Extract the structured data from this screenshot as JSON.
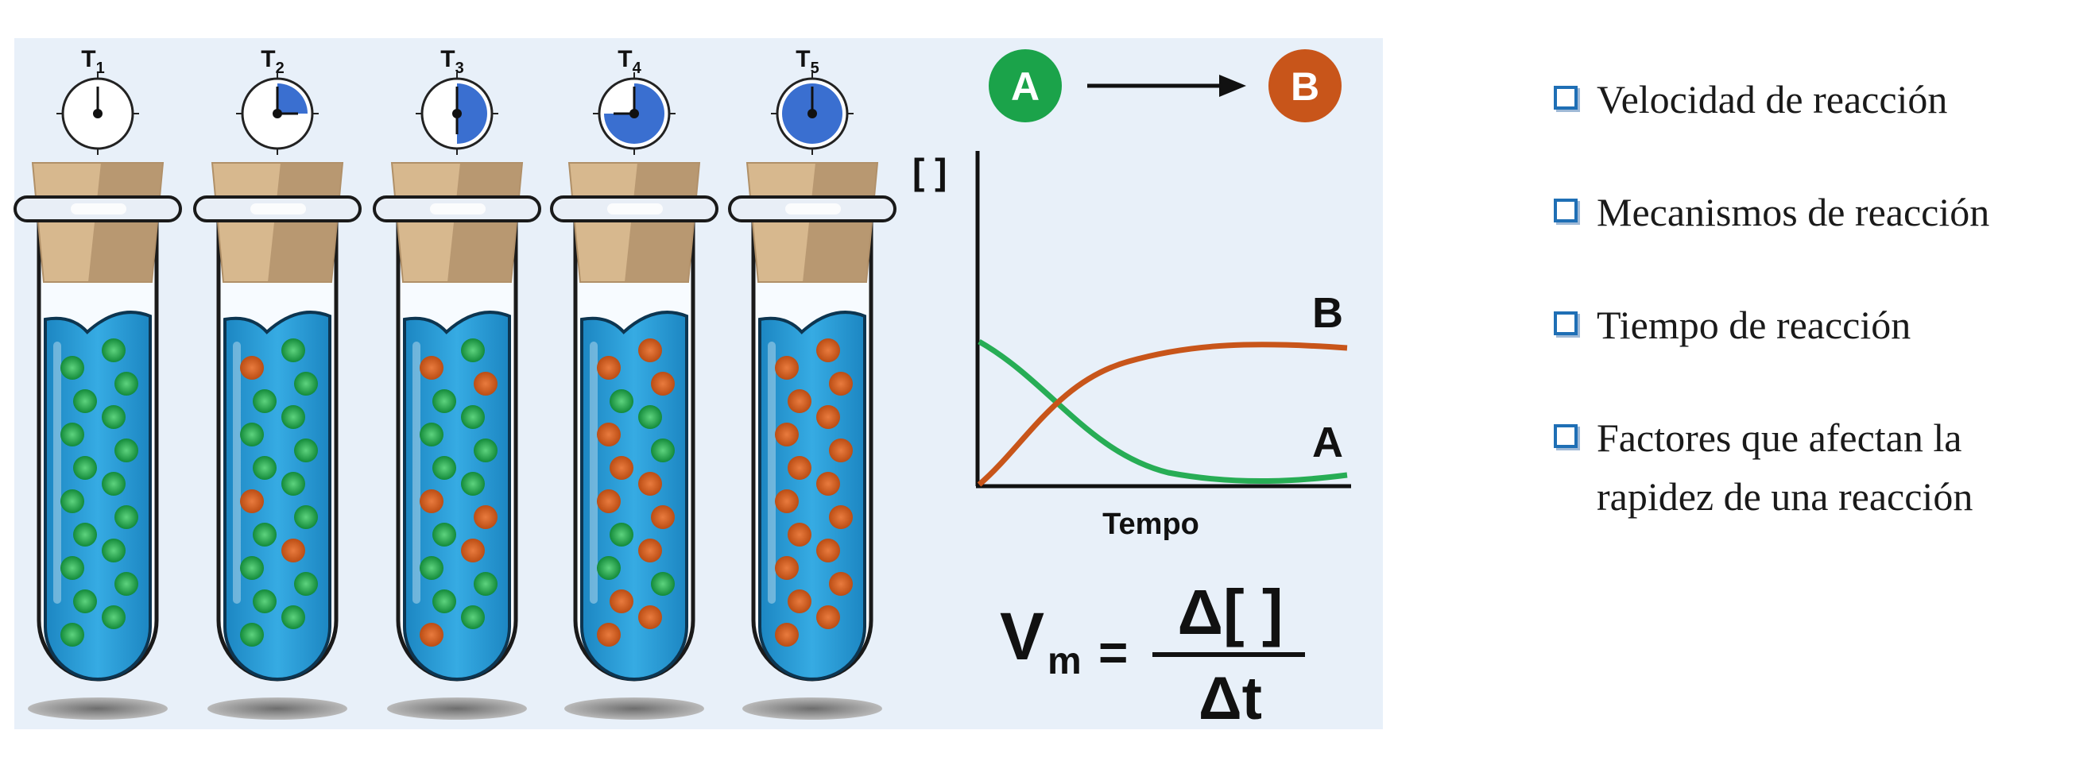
{
  "clock_labels": [
    {
      "main": "T",
      "sub": "1"
    },
    {
      "main": "T",
      "sub": "2"
    },
    {
      "main": "T",
      "sub": "3"
    },
    {
      "main": "T",
      "sub": "4"
    },
    {
      "main": "T",
      "sub": "5"
    }
  ],
  "reaction": {
    "reactant": "A",
    "product": "B"
  },
  "graph": {
    "y_axis_label": "[ ]",
    "x_axis_label": "Tempo",
    "curve_label_b": "B",
    "curve_label_a": "A"
  },
  "formula": {
    "v": "V",
    "v_sub": "m",
    "equals": "=",
    "numerator": "Δ[  ]",
    "denominator": "Δt"
  },
  "bullets": [
    "Velocidad de reacción",
    "Mecanismos de reacción",
    "Tiempo de reacción",
    "Factores que afectan la\nrapidez de una reacción"
  ],
  "colors": {
    "reactant": "#1ba34a",
    "product": "#c8551a",
    "liquid": "#2b9fd8",
    "clock_fill": "#3a6fd0",
    "panel_bg": "#e8f0f9",
    "bullet_box": "#1f6fb5"
  }
}
